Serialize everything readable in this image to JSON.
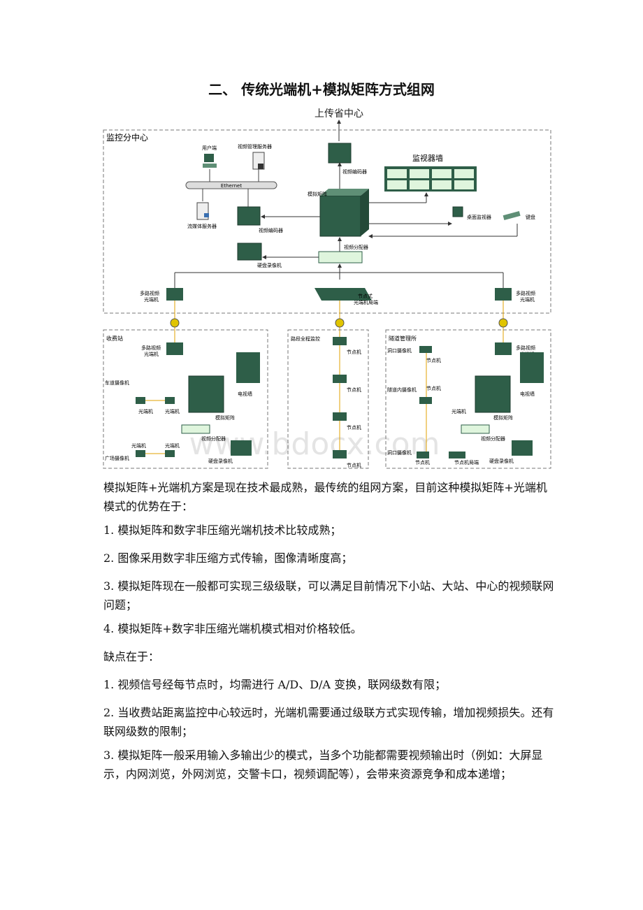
{
  "heading": "二、 传统光端机+模拟矩阵方式组网",
  "diagram": {
    "top_label": "上传省中心",
    "center_box": "监控分中心",
    "user_terminal": "用户端",
    "video_mgmt_server": "视频管理服务器",
    "ethernet": "Ethernet",
    "streaming_server": "流媒体服务器",
    "video_encoder_top": "视频编码器",
    "video_encoder_mid": "视频编码器",
    "analog_matrix": "模拟矩阵",
    "monitor_wall": "监视器墙",
    "desktop_monitor": "桌面监视器",
    "keyboard": "键盘",
    "video_distributor": "视频分配器",
    "dvr": "硬盘录像机",
    "multi_video_optical_left": "多路视频\n光端机",
    "node_optical_bureau": "节点式\n光端机局端",
    "multi_video_optical_right": "多路视频\n光端机",
    "toll_station": "收费站",
    "toll_multi_optical": "多路视频\n光端机",
    "toll_side_cams": "车道摄像机",
    "toll_square_cams": "广场摄像机",
    "optical_a": "光端机",
    "optical_b": "光端机",
    "optical_c": "光端机",
    "optical_d": "光端机",
    "toll_matrix": "模拟矩阵",
    "toll_tv_wall": "电视墙",
    "toll_distributor": "视频分配器",
    "toll_dvr": "硬盘录像机",
    "road_box": "路段全程监控",
    "node1": "节点机",
    "node2": "节点机",
    "node3": "节点机",
    "node4": "节点机",
    "tunnel_box": "隧道管理所",
    "tunnel_multi_optical": "多路视频\n光端机",
    "tunnel_cams_top": "洞口摄像机",
    "tunnel_cams_mid": "隧道内摄像机",
    "tunnel_cams_bottom": "洞口摄像机",
    "tunnel_node1": "节点机",
    "tunnel_node2": "节点机",
    "tunnel_node3": "节点机",
    "tunnel_optical": "光端机",
    "tunnel_matrix": "模拟矩阵",
    "tunnel_tv_wall": "电视墙",
    "tunnel_distributor": "视频分配器",
    "tunnel_dvr": "硬盘录像机",
    "tunnel_node_bureau": "节点机局端",
    "watermark": "www.bdocx.com",
    "colors": {
      "device": "#2e5e48",
      "device_light": "#5f8f76",
      "screen": "#dff5dd",
      "fiber": "#e0c400",
      "dash": "#777777"
    }
  },
  "paragraphs": {
    "intro": "模拟矩阵+光端机方案是现在技术最成熟，最传统的组网方案，目前这种模拟矩阵+光端机模式的优势在于：",
    "adv1": "1. 模拟矩阵和数字非压缩光端机技术比较成熟；",
    "adv2": "2. 图像采用数字非压缩方式传输，图像清晰度高；",
    "adv3": "3. 模拟矩阵现在一般都可实现三级级联，可以满足目前情况下小站、大站、中心的视频联网问题；",
    "adv4": "4. 模拟矩阵+数字非压缩光端机模式相对价格较低。",
    "dis_intro": "缺点在于：",
    "dis1": "1. 视频信号经每节点时，均需进行 A/D、D/A 变换，联网级数有限；",
    "dis2": "2. 当收费站距离监控中心较远时，光端机需要通过级联方式实现传输，增加视频损失。还有联网级数的限制；",
    "dis3": "3. 模拟矩阵一般采用输入多输出少的模式，当多个功能都需要视频输出时（例如：大屏显示，内网浏览，外网浏览，交警卡口，视频调配等），会带来资源竞争和成本递增；"
  }
}
